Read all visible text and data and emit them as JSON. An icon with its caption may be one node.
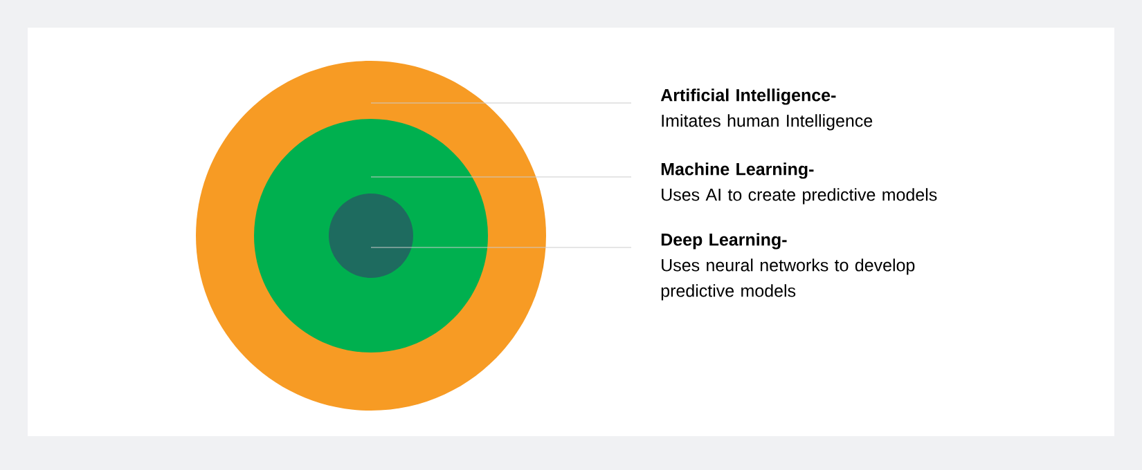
{
  "diagram": {
    "nodes": [
      {
        "text": [],
        "shape": "circle"
      },
      {
        "text": [],
        "shape": "circle",
        "in": 0
      },
      {
        "text": [],
        "shape": "circle",
        "in": 1
      },
      {
        "text": [
          "Artificial Intelligence-",
          "Imitates human Intelligence"
        ]
      },
      {
        "text": [
          "Machine Learning-",
          "Uses AI to create predictive models"
        ]
      },
      {
        "text": [
          "Deep Learning-",
          "Uses neural networks to develop predictive models"
        ]
      }
    ],
    "edges": [
      {
        "from": 3,
        "to": 0,
        "arrow": "none"
      },
      {
        "from": 4,
        "to": 1,
        "arrow": "none"
      },
      {
        "from": 5,
        "to": 2,
        "arrow": "none"
      }
    ]
  }
}
